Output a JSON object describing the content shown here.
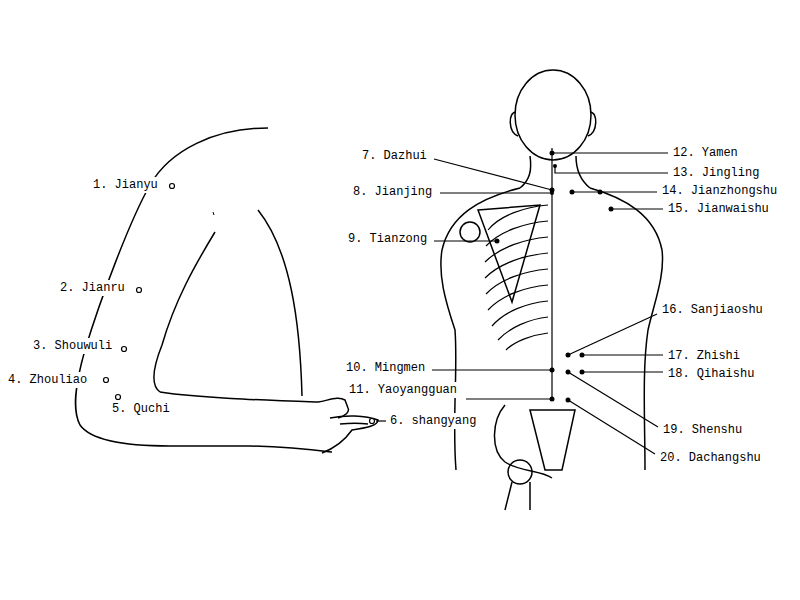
{
  "diagram": {
    "labels": [
      "1. Jianyu",
      "2. Jianru",
      "3. Shouwuli",
      "4. Zhouliao",
      "5. Quchi",
      "6. shangyang",
      "7. Dazhui",
      "8. Jianjing",
      "9. Tianzong",
      "10. Mingmen",
      "11. Yaoyangguan",
      "12. Yamen",
      "13. Jingling",
      "14. Jianzhongshu",
      "15. Jianwaishu",
      "16. Sanjiaoshu",
      "17. Zhishi",
      "18. Qihaishu",
      "19. Shenshu",
      "20. Dachangshu"
    ]
  }
}
